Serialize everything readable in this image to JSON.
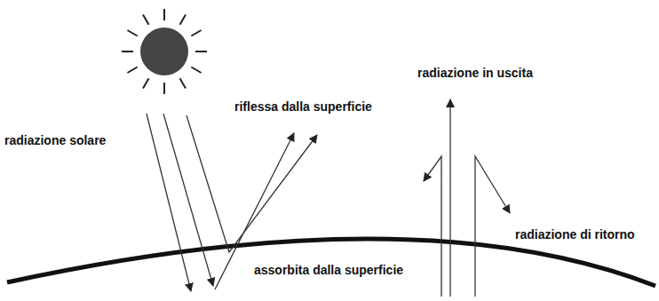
{
  "diagram": {
    "labels": [
      "radiazione solare",
      "riflessa dalla superficie",
      "radiazione in uscita",
      "radiazione di ritorno",
      "assorbita dalla superficie"
    ]
  }
}
